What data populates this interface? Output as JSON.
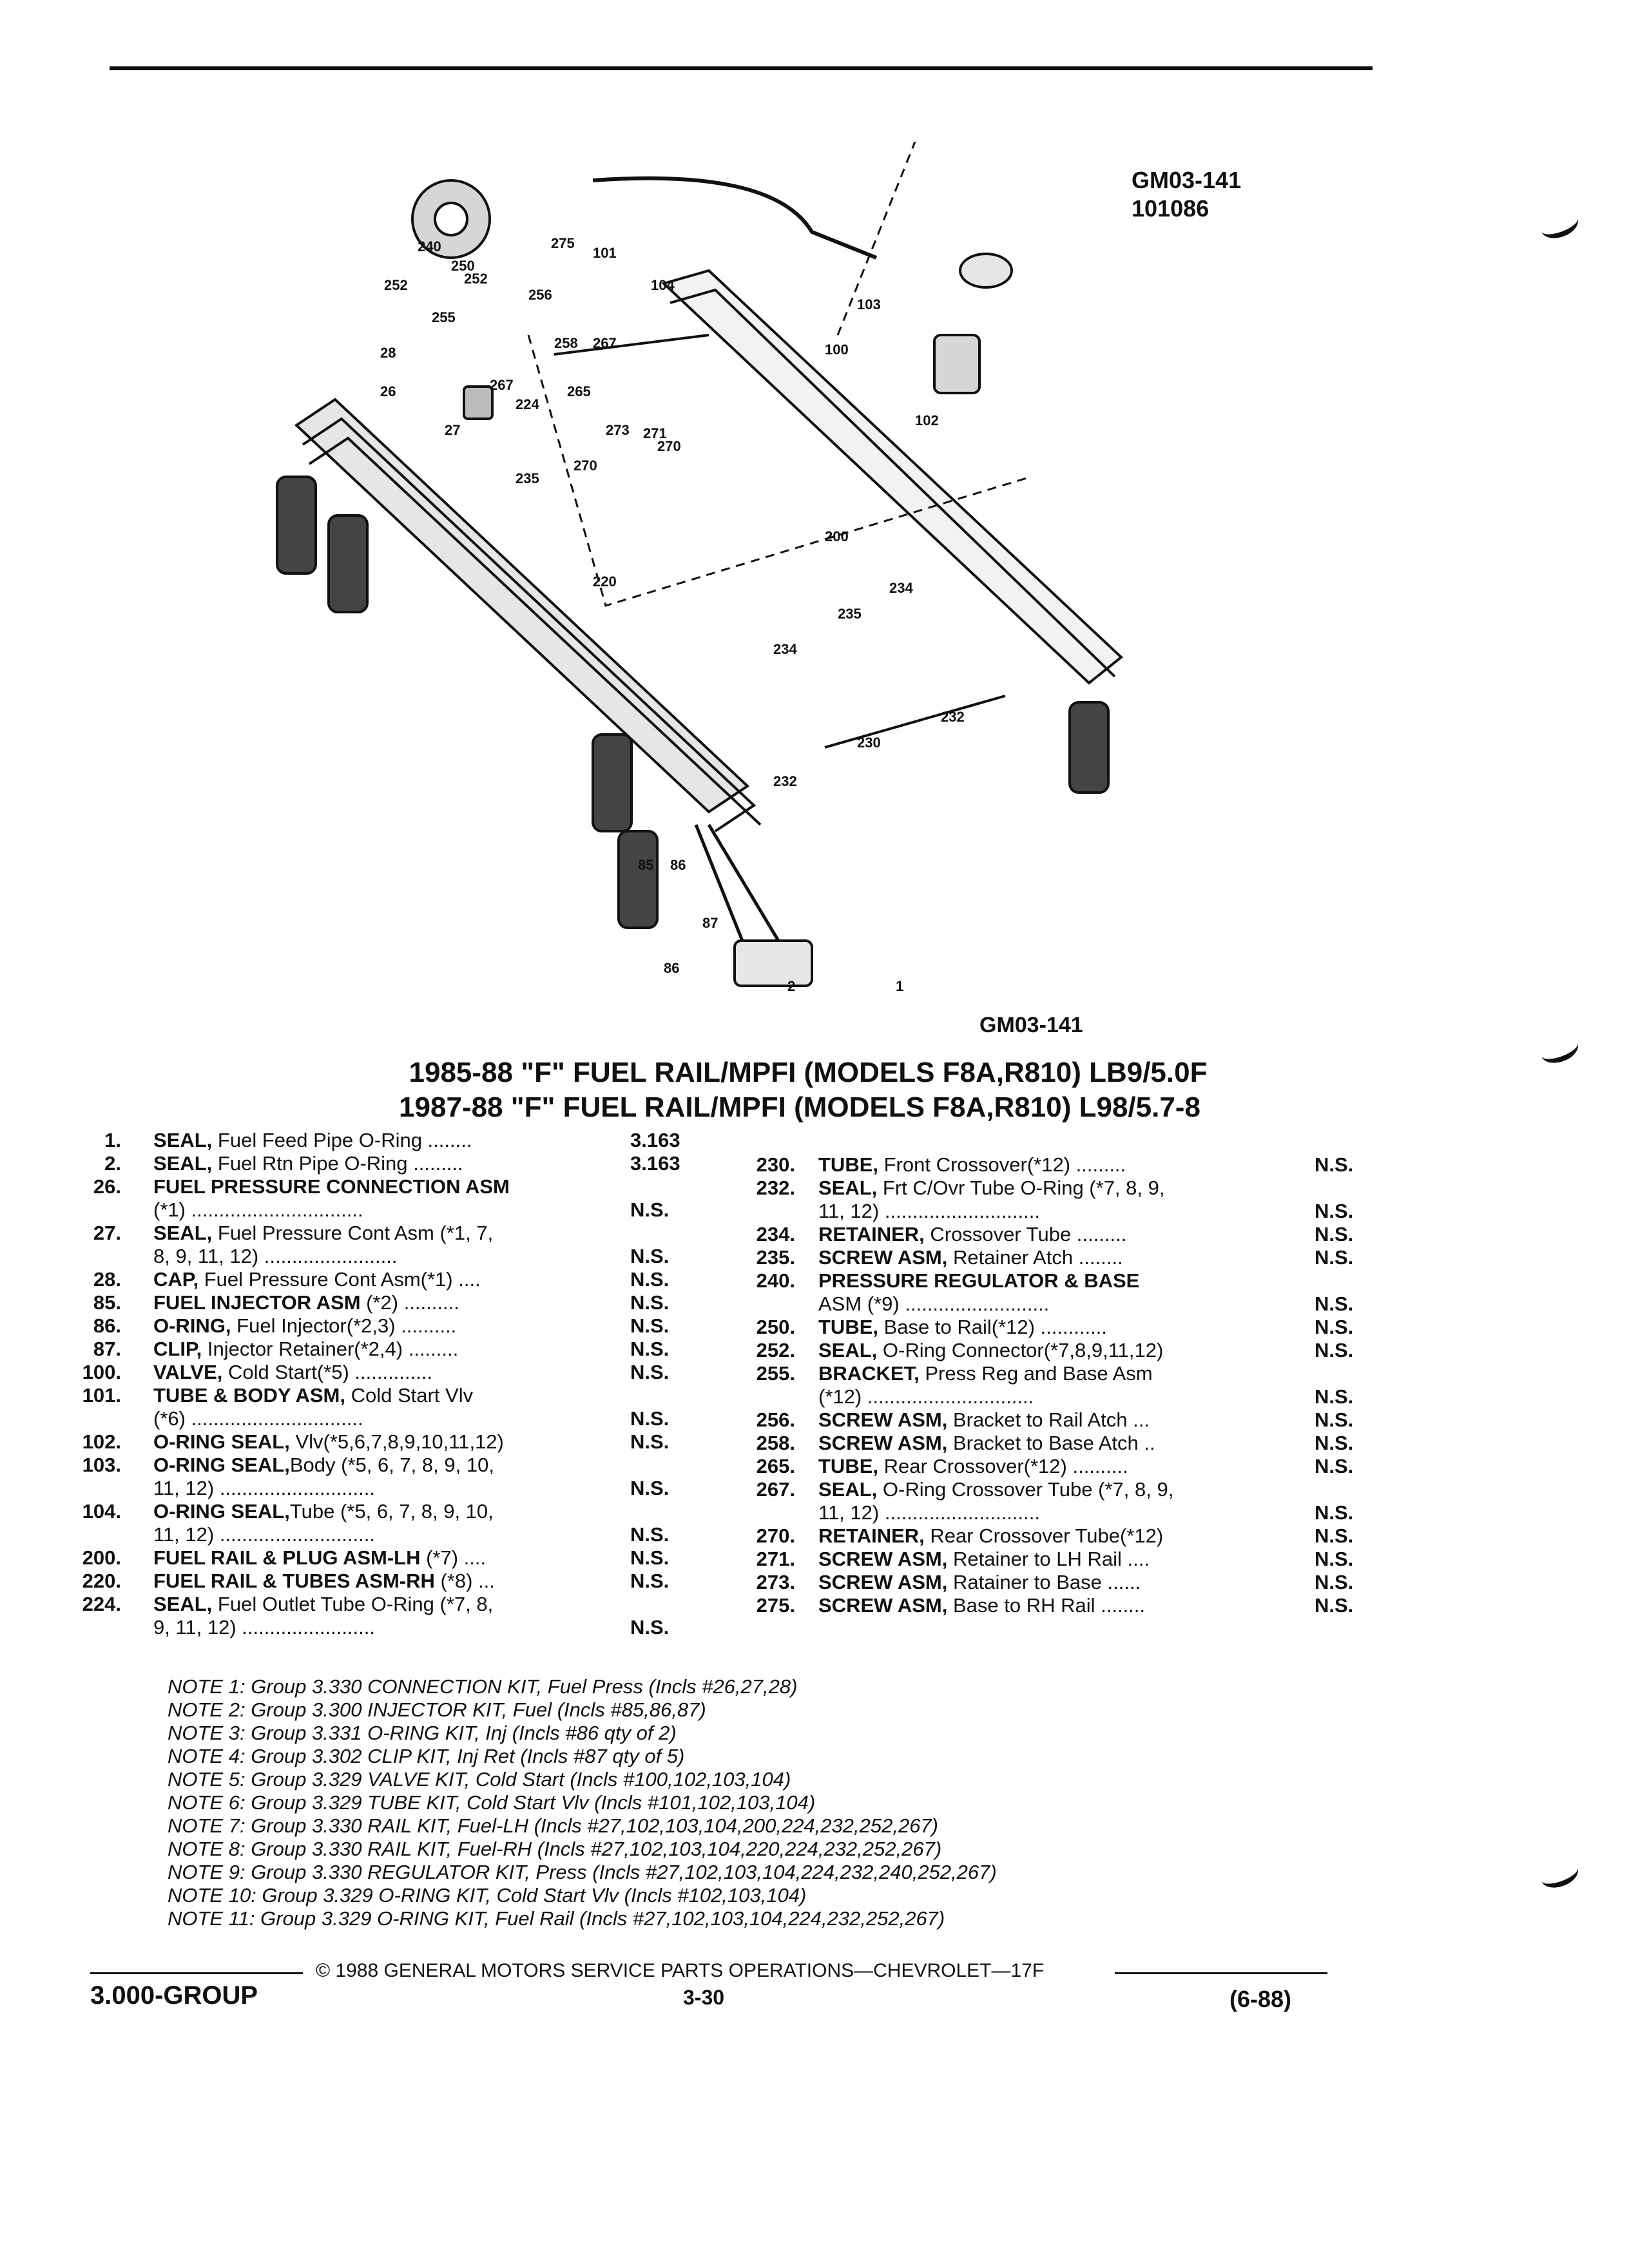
{
  "figure": {
    "code_top": "GM03-141",
    "date_code": "101086",
    "code_bottom": "GM03-141",
    "callouts": [
      "1",
      "2",
      "26",
      "27",
      "28",
      "85",
      "86",
      "86",
      "87",
      "100",
      "101",
      "102",
      "103",
      "104",
      "200",
      "220",
      "224",
      "230",
      "232",
      "232",
      "234",
      "234",
      "235",
      "235",
      "240",
      "250",
      "252",
      "252",
      "255",
      "256",
      "258",
      "265",
      "267",
      "267",
      "270",
      "270",
      "271",
      "273",
      "275"
    ]
  },
  "titles": [
    "1985-88 \"F\" FUEL RAIL/MPFI (MODELS F8A,R810) LB9/5.0F",
    "1987-88 \"F\" FUEL RAIL/MPFI (MODELS F8A,R810) L98/5.7-8"
  ],
  "parts_left": [
    {
      "num": "1.",
      "name": "SEAL,",
      "desc": " Fuel Feed Pipe O-Ring ........",
      "ref": "3.163"
    },
    {
      "num": "2.",
      "name": "SEAL,",
      "desc": " Fuel Rtn Pipe O-Ring .........",
      "ref": "3.163"
    },
    {
      "num": "26.",
      "name": "FUEL PRESSURE CONNECTION ASM",
      "desc": "",
      "line2": "(*1) ...............................",
      "ref": "N.S."
    },
    {
      "num": "27.",
      "name": "SEAL,",
      "desc": " Fuel Pressure Cont Asm (*1, 7,",
      "line2": "8, 9, 11, 12) ........................",
      "ref": "N.S."
    },
    {
      "num": "28.",
      "name": "CAP,",
      "desc": " Fuel Pressure Cont Asm(*1) ....",
      "ref": "N.S."
    },
    {
      "num": "85.",
      "name": "FUEL INJECTOR ASM",
      "desc": " (*2) ..........",
      "ref": "N.S."
    },
    {
      "num": "86.",
      "name": "O-RING,",
      "desc": " Fuel Injector(*2,3) ..........",
      "ref": "N.S."
    },
    {
      "num": "87.",
      "name": "CLIP,",
      "desc": " Injector Retainer(*2,4) .........",
      "ref": "N.S."
    },
    {
      "num": "100.",
      "name": "VALVE,",
      "desc": " Cold Start(*5) ..............",
      "ref": "N.S."
    },
    {
      "num": "101.",
      "name": "TUBE & BODY ASM,",
      "desc": " Cold Start Vlv",
      "line2": "(*6) ...............................",
      "ref": "N.S."
    },
    {
      "num": "102.",
      "name": "O-RING SEAL,",
      "desc": " Vlv(*5,6,7,8,9,10,11,12)",
      "ref": "N.S."
    },
    {
      "num": "103.",
      "name": "O-RING SEAL,",
      "desc": "Body (*5, 6, 7, 8, 9, 10,",
      "line2": "11, 12) ............................",
      "ref": "N.S."
    },
    {
      "num": "104.",
      "name": "O-RING SEAL,",
      "desc": "Tube (*5, 6, 7, 8, 9, 10,",
      "line2": "11, 12) ............................",
      "ref": "N.S."
    },
    {
      "num": "200.",
      "name": "FUEL RAIL & PLUG ASM-LH",
      "desc": " (*7) ....",
      "ref": "N.S."
    },
    {
      "num": "220.",
      "name": "FUEL RAIL & TUBES ASM-RH",
      "desc": " (*8) ...",
      "ref": "N.S."
    },
    {
      "num": "224.",
      "name": "SEAL,",
      "desc": " Fuel Outlet Tube O-Ring (*7, 8,",
      "line2": "9, 11, 12) ........................",
      "ref": "N.S."
    }
  ],
  "parts_right": [
    {
      "num": "230.",
      "name": "TUBE,",
      "desc": " Front Crossover(*12) .........",
      "ref": "N.S."
    },
    {
      "num": "232.",
      "name": "SEAL,",
      "desc": " Frt C/Ovr Tube O-Ring (*7, 8, 9,",
      "line2": "11, 12) ............................",
      "ref": "N.S."
    },
    {
      "num": "234.",
      "name": "RETAINER,",
      "desc": " Crossover Tube .........",
      "ref": "N.S."
    },
    {
      "num": "235.",
      "name": "SCREW ASM,",
      "desc": " Retainer Atch ........",
      "ref": "N.S."
    },
    {
      "num": "240.",
      "name": "PRESSURE REGULATOR & BASE",
      "desc": "",
      "line2": "ASM (*9) ..........................",
      "ref": "N.S."
    },
    {
      "num": "250.",
      "name": "TUBE,",
      "desc": " Base to Rail(*12) ............",
      "ref": "N.S."
    },
    {
      "num": "252.",
      "name": "SEAL,",
      "desc": " O-Ring Connector(*7,8,9,11,12)",
      "ref": "N.S."
    },
    {
      "num": "255.",
      "name": "BRACKET,",
      "desc": " Press Reg and Base Asm",
      "line2": "(*12) ..............................",
      "ref": "N.S."
    },
    {
      "num": "256.",
      "name": "SCREW ASM,",
      "desc": " Bracket to Rail Atch ...",
      "ref": "N.S."
    },
    {
      "num": "258.",
      "name": "SCREW ASM,",
      "desc": " Bracket to Base Atch ..",
      "ref": "N.S."
    },
    {
      "num": "265.",
      "name": "TUBE,",
      "desc": " Rear Crossover(*12) ..........",
      "ref": "N.S."
    },
    {
      "num": "267.",
      "name": "SEAL,",
      "desc": " O-Ring Crossover Tube (*7, 8, 9,",
      "line2": "11, 12) ............................",
      "ref": "N.S."
    },
    {
      "num": "270.",
      "name": "RETAINER,",
      "desc": " Rear Crossover Tube(*12)",
      "ref": "N.S."
    },
    {
      "num": "271.",
      "name": "SCREW ASM,",
      "desc": " Retainer to LH Rail ....",
      "ref": "N.S."
    },
    {
      "num": "273.",
      "name": "SCREW ASM,",
      "desc": " Ratainer to Base ......",
      "ref": "N.S."
    },
    {
      "num": "275.",
      "name": "SCREW ASM,",
      "desc": " Base to RH Rail ........",
      "ref": "N.S."
    }
  ],
  "notes": [
    "NOTE 1: Group 3.330 CONNECTION KIT, Fuel Press (Incls #26,27,28)",
    "NOTE 2: Group 3.300 INJECTOR KIT, Fuel (Incls #85,86,87)",
    "NOTE 3: Group 3.331 O-RING KIT, Inj (Incls #86 qty of 2)",
    "NOTE 4: Group 3.302 CLIP KIT, Inj Ret (Incls #87 qty of 5)",
    "NOTE 5: Group 3.329 VALVE KIT, Cold Start (Incls #100,102,103,104)",
    "NOTE 6: Group 3.329 TUBE KIT, Cold Start Vlv (Incls #101,102,103,104)",
    "NOTE 7: Group 3.330 RAIL KIT, Fuel-LH (Incls #27,102,103,104,200,224,232,252,267)",
    "NOTE 8: Group 3.330 RAIL KIT, Fuel-RH (Incls #27,102,103,104,220,224,232,252,267)",
    "NOTE 9: Group 3.330 REGULATOR KIT, Press (Incls #27,102,103,104,224,232,240,252,267)",
    "NOTE 10: Group 3.329 O-RING KIT, Cold Start Vlv (Incls #102,103,104)",
    "NOTE 11: Group 3.329 O-RING KIT, Fuel Rail (Incls #27,102,103,104,224,232,252,267)"
  ],
  "footer": {
    "copyright": "© 1988 GENERAL MOTORS SERVICE PARTS OPERATIONS—CHEVROLET—17F",
    "group": "3.000-GROUP",
    "page": "3-30",
    "date": "(6-88)"
  }
}
